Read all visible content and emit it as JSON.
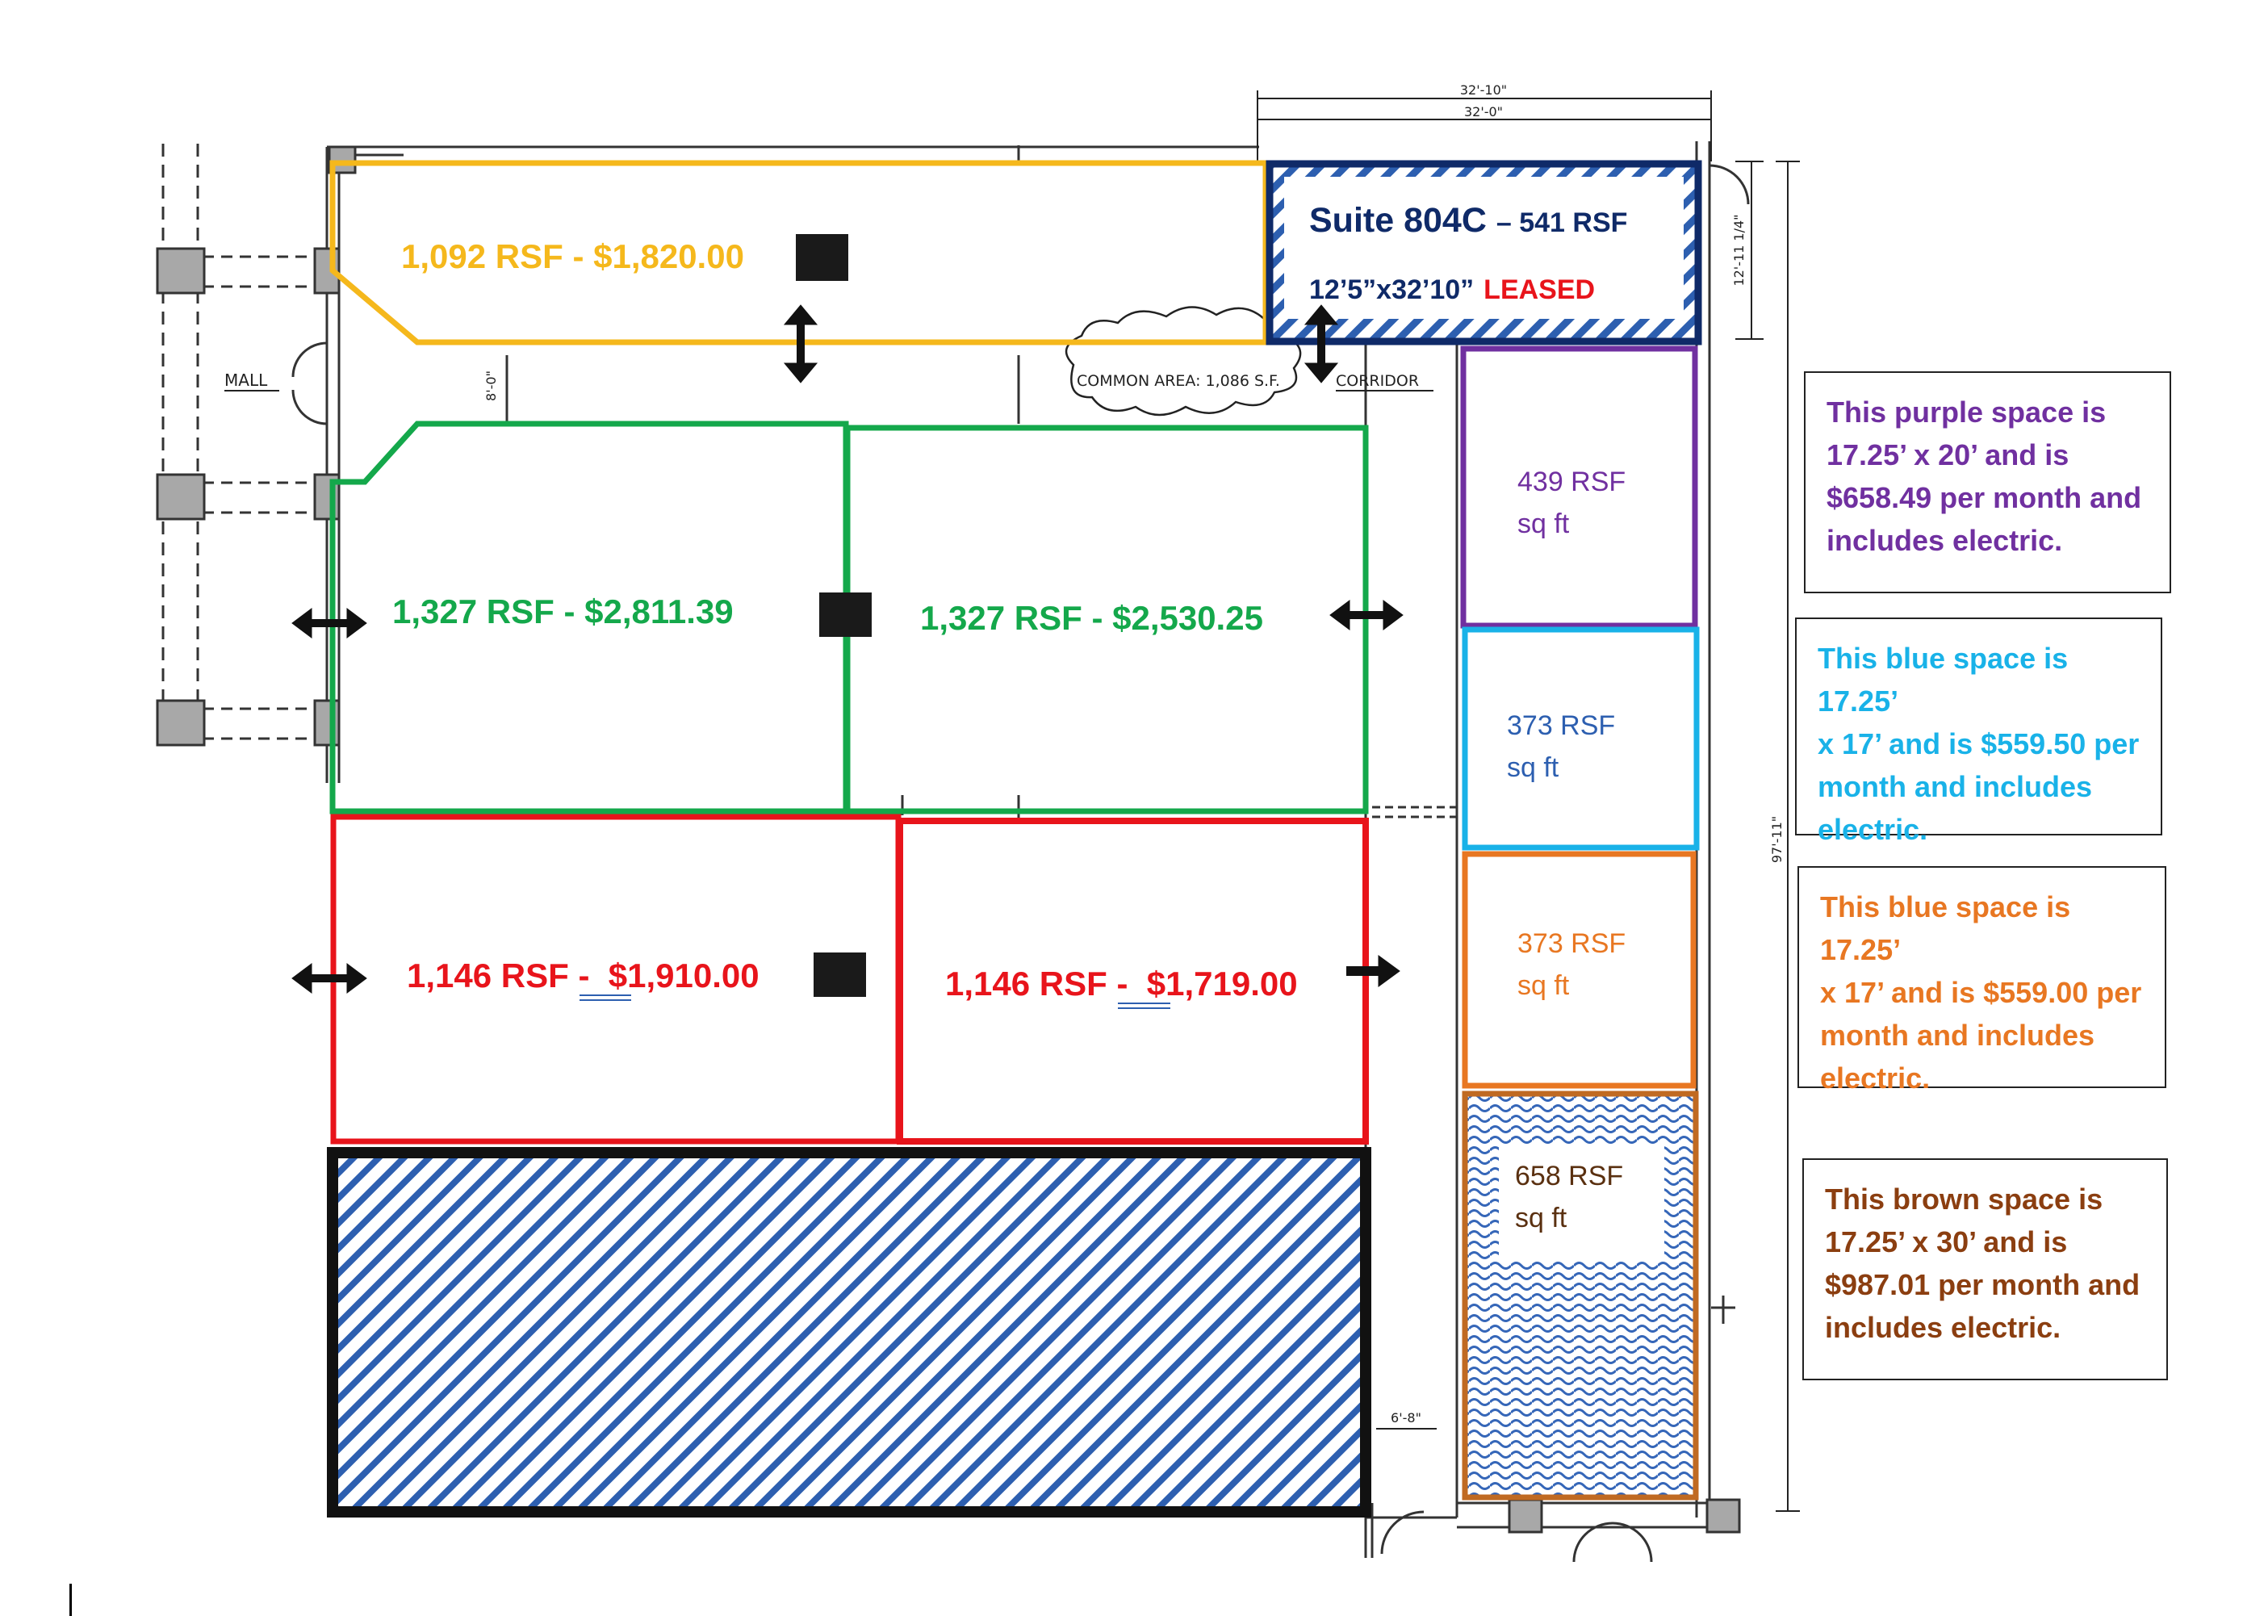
{
  "colors": {
    "yellow": "#f5b81c",
    "navy": "#0f2a68",
    "green": "#14a84b",
    "red": "#e8141b",
    "purple": "#7030a0",
    "light_blue": "#19b2e8",
    "orange": "#e87722",
    "brown": "#8b3e10",
    "leased_red": "#e8141b",
    "hatch_blue": "#2d5fb0"
  },
  "plan": {
    "dimensions": {
      "top_dim_1": "32'-10\"",
      "top_dim_2": "32'-0\"",
      "suite_side_dim": "12'-11 1/4\"",
      "right_overall_dim": "97'-11\"",
      "vertical_dim": "8'-0\"",
      "bottom_dim": "6'-8\""
    },
    "labels": {
      "mall": "MALL",
      "common_area": "COMMON AREA: 1,086 S.F.",
      "corridor": "CORRIDOR"
    }
  },
  "spaces": {
    "yellow": {
      "label": "1,092 RSF - $1,820.00"
    },
    "suite": {
      "name": "Suite 804C",
      "rsf": "– 541 RSF",
      "dims": "12’5”x32’10”",
      "status": "LEASED"
    },
    "green_left": {
      "label": "1,327 RSF - $2,811.39"
    },
    "green_right": {
      "label": "1,327 RSF - $2,530.25"
    },
    "red_left": {
      "label_prefix": "1,146 RSF -  ",
      "label_value": "$1,910.00"
    },
    "red_right": {
      "label_prefix": "1,146 RSF -  ",
      "label_value": "$1,719.00"
    },
    "purple": {
      "rsf": "439 RSF",
      "unit": "sq ft"
    },
    "blue": {
      "rsf": "373 RSF",
      "unit": "sq ft"
    },
    "orange": {
      "rsf": "373 RSF",
      "unit": "sq ft"
    },
    "brown": {
      "rsf": "658 RSF",
      "unit": "sq ft"
    }
  },
  "notes": {
    "purple": [
      "This purple space is",
      "17.25’ x 20’ and is",
      "$658.49 per month and",
      "includes electric."
    ],
    "blue": [
      "This blue space is 17.25’",
      "x 17’ and is $559.50 per",
      "month and includes",
      "electric."
    ],
    "orange": [
      "This blue space is 17.25’",
      "x 17’ and is $559.00 per",
      "month and includes",
      "electric."
    ],
    "brown": [
      "This brown space is",
      "17.25’ x 30’ and is",
      "$987.01 per month and",
      "includes electric."
    ]
  }
}
